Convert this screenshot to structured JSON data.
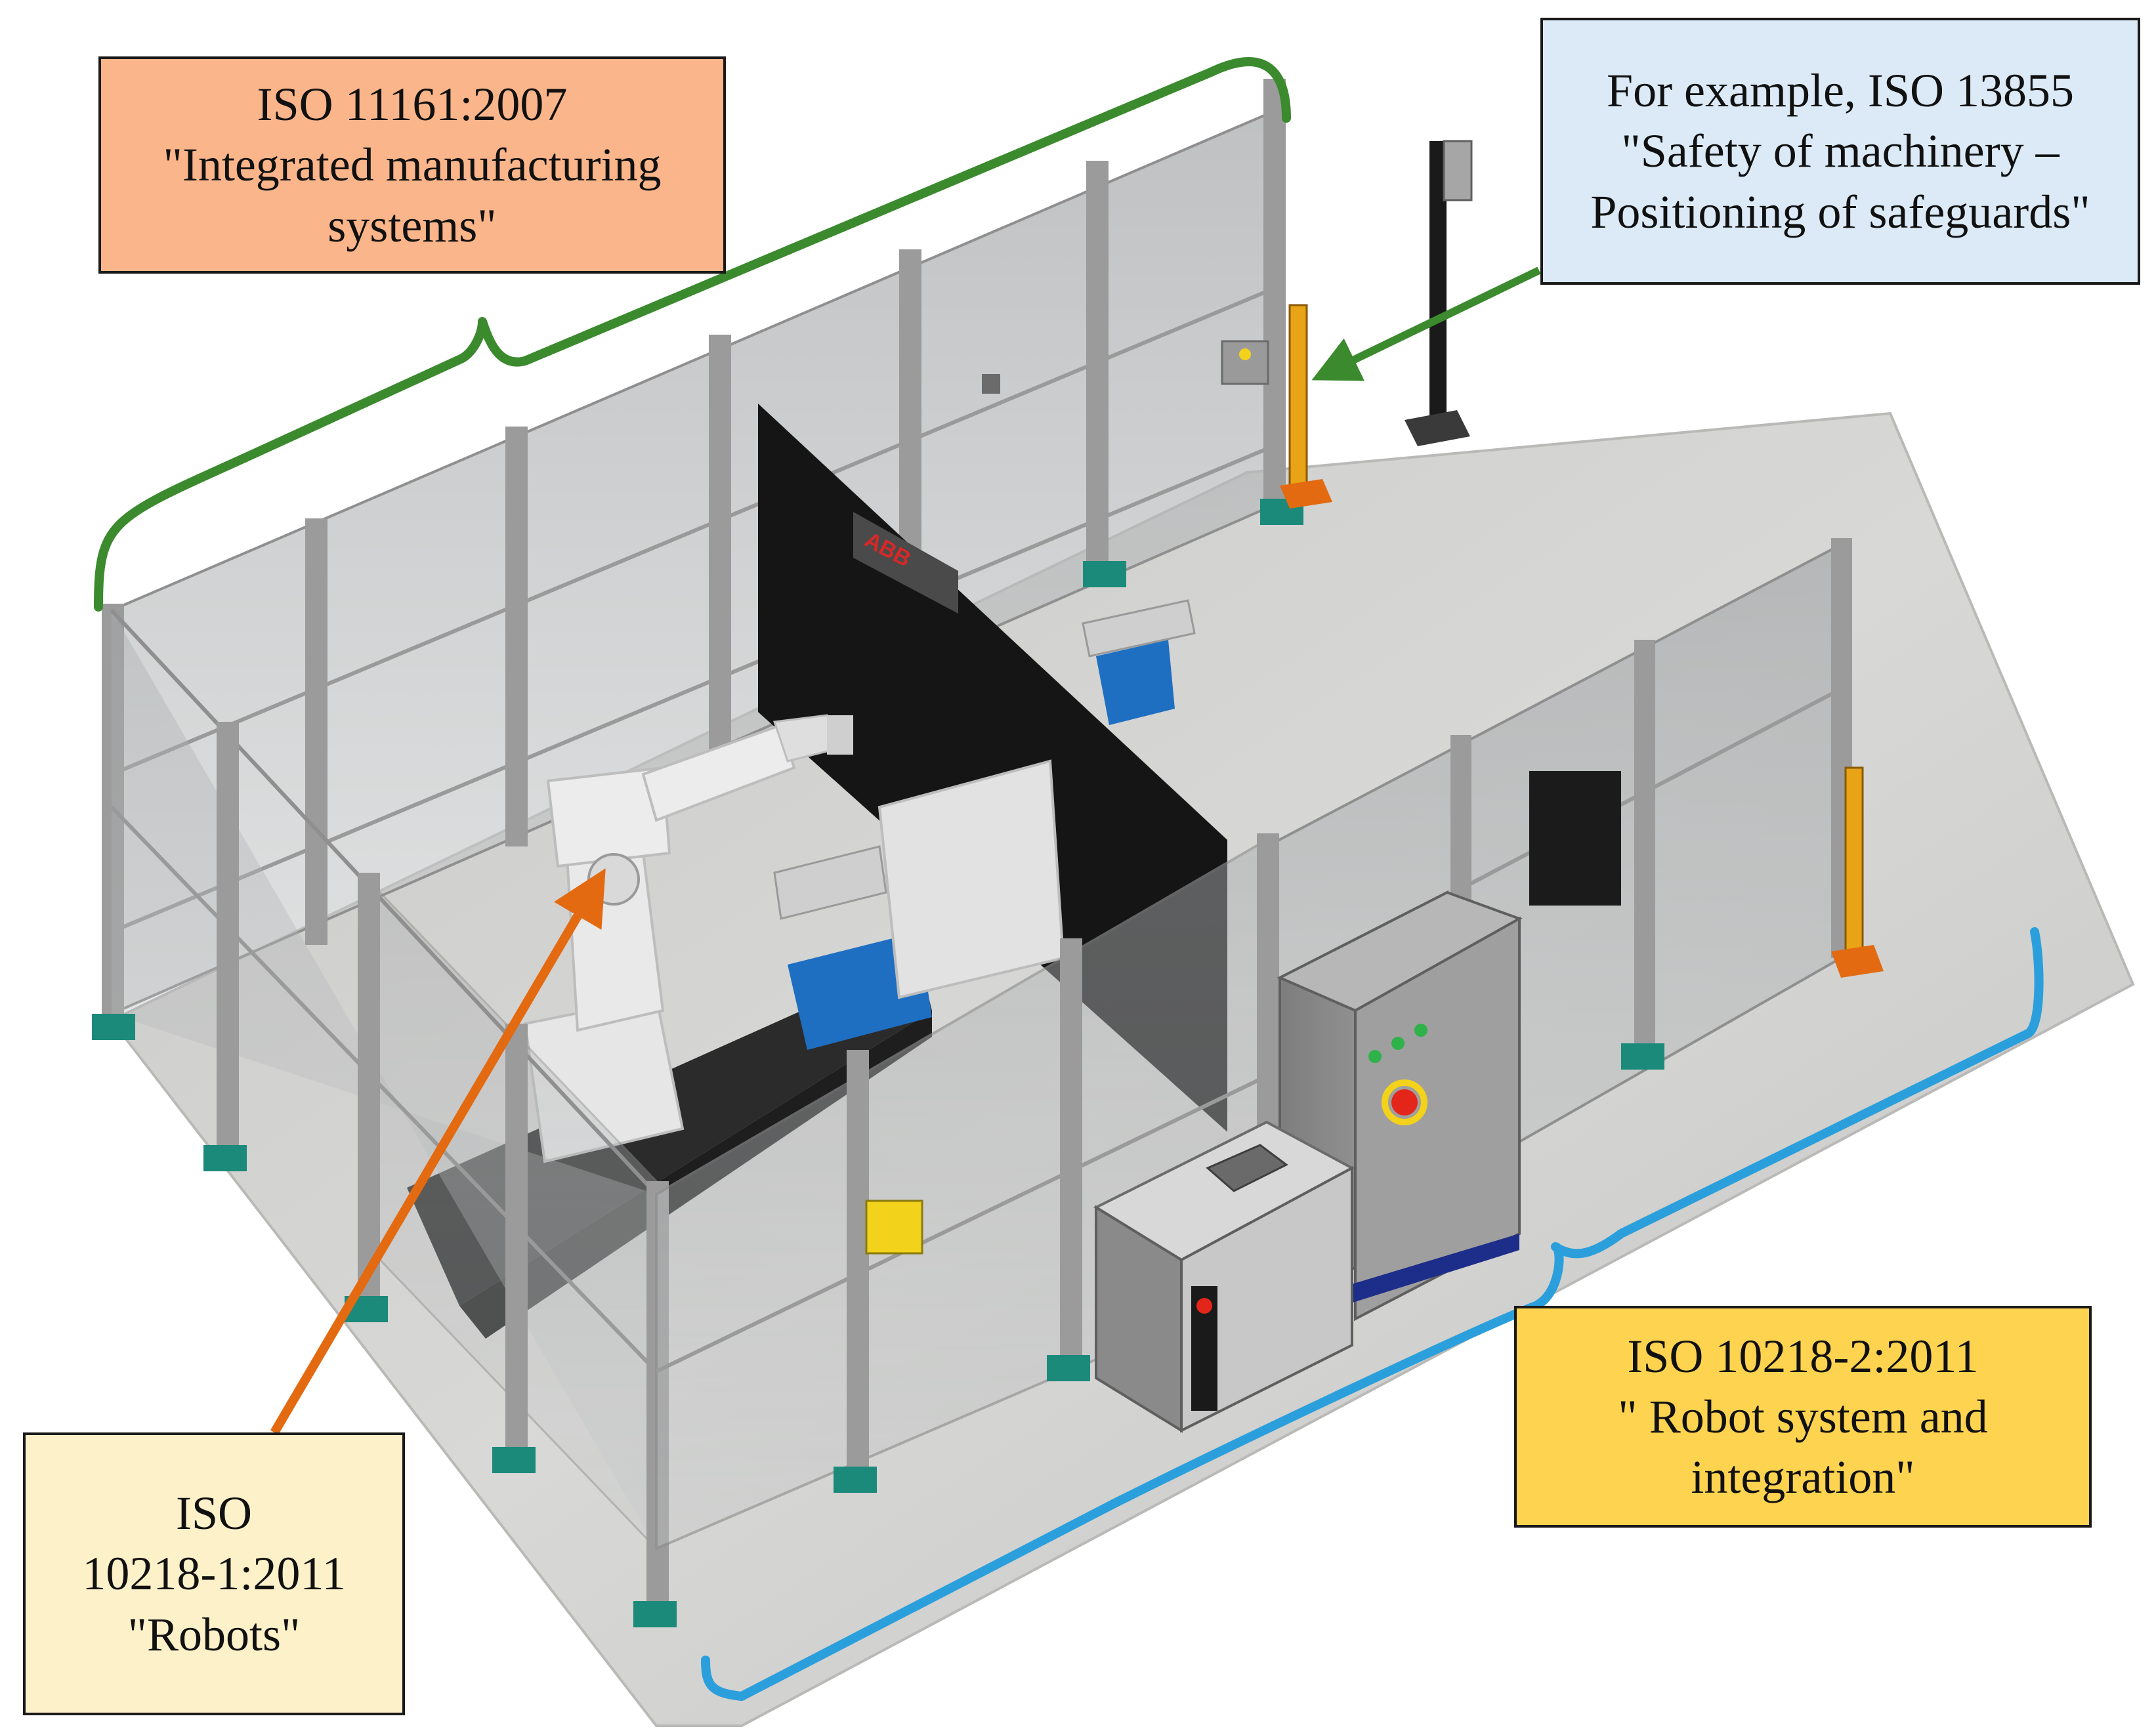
{
  "labels": {
    "iso_11161": {
      "lines": [
        "ISO 11161:2007",
        "\"Integrated manufacturing",
        "systems\""
      ],
      "fill": "#fbb58a"
    },
    "iso_13855": {
      "lines": [
        "For example,  ISO 13855",
        "\"Safety of machinery –",
        "Positioning of safeguards\""
      ],
      "fill": "#dbeaf6"
    },
    "iso_10218_1": {
      "lines": [
        "ISO",
        "10218-1:2011",
        "\"Robots\""
      ],
      "fill": "#fdf1c9"
    },
    "iso_10218_2": {
      "lines": [
        "ISO 10218-2:2011",
        "\" Robot system and",
        "integration\""
      ],
      "fill": "#fdd34f"
    }
  },
  "colors": {
    "brace_green": "#3b8a2e",
    "brace_blue": "#2a9fdc",
    "arrow_green": "#3b8a2e",
    "arrow_orange": "#e36a10",
    "floor": "#d3d3d1",
    "fence_post": "#9b9b9b",
    "fence_panel": "#b9bcbd",
    "post_foot": "#1c8a7a",
    "black_panel": "#151515",
    "robot": "#e6e6e6",
    "cabinet": "#8e8e8e",
    "light_curtain": "#e8a317",
    "workpiece": "#1e6fc2"
  },
  "scene": {
    "panel_logo": "ABB"
  }
}
